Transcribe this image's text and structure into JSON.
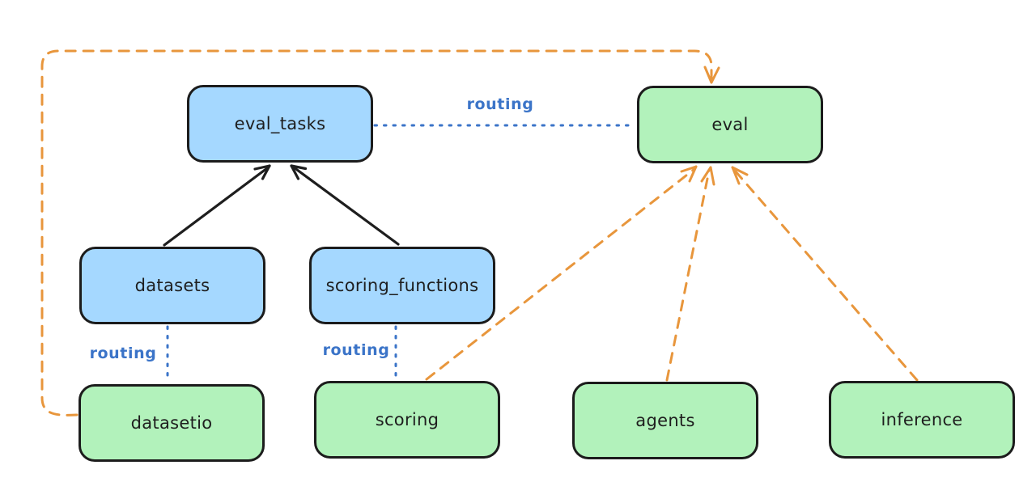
{
  "diagram": {
    "description": "Provider routing diagram connecting API boxes to implementation boxes",
    "colors": {
      "api_box_fill": "#a5d8ff",
      "impl_box_fill": "#b2f2bb",
      "box_stroke": "#1c1c1c",
      "routing_blue": "#3b74c8",
      "dependency_orange": "#e8963c",
      "solid_arrow_black": "#1e1e1e",
      "background": "#ffffff"
    }
  },
  "nodes": {
    "eval_tasks": {
      "label": "eval_tasks",
      "color": "blue"
    },
    "eval": {
      "label": "eval",
      "color": "green"
    },
    "datasets": {
      "label": "datasets",
      "color": "blue"
    },
    "scoring_functions": {
      "label": "scoring_functions",
      "color": "blue"
    },
    "datasetio": {
      "label": "datasetio",
      "color": "green"
    },
    "scoring": {
      "label": "scoring",
      "color": "green"
    },
    "agents": {
      "label": "agents",
      "color": "green"
    },
    "inference": {
      "label": "inference",
      "color": "green"
    }
  },
  "edges": [
    {
      "from": "datasets",
      "to": "eval_tasks",
      "style": "solid-black-arrow",
      "label": ""
    },
    {
      "from": "scoring_functions",
      "to": "eval_tasks",
      "style": "solid-black-arrow",
      "label": ""
    },
    {
      "from": "eval_tasks",
      "to": "eval",
      "style": "dotted-blue",
      "label": "routing"
    },
    {
      "from": "datasets",
      "to": "datasetio",
      "style": "dotted-blue",
      "label": "routing"
    },
    {
      "from": "scoring_functions",
      "to": "scoring",
      "style": "dotted-blue",
      "label": "routing"
    },
    {
      "from": "datasetio",
      "to": "eval",
      "style": "dashed-orange-arrow",
      "label": ""
    },
    {
      "from": "scoring",
      "to": "eval",
      "style": "dashed-orange-arrow",
      "label": ""
    },
    {
      "from": "agents",
      "to": "eval",
      "style": "dashed-orange-arrow",
      "label": ""
    },
    {
      "from": "inference",
      "to": "eval",
      "style": "dashed-orange-arrow",
      "label": ""
    }
  ]
}
